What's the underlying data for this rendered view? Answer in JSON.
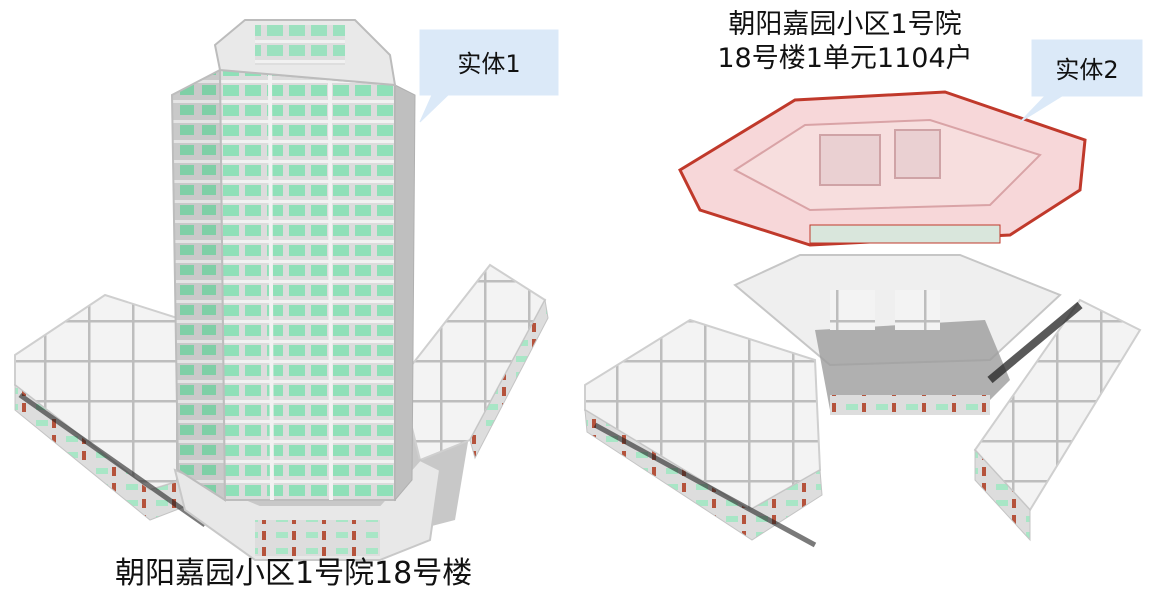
{
  "labels": {
    "building_caption": "朝阳嘉园小区1号院18号楼",
    "unit_caption_line1": "朝阳嘉园小区1号院",
    "unit_caption_line2": "18号楼1单元1104户"
  },
  "callouts": {
    "entity_1": "实体1",
    "entity_2": "实体2"
  },
  "colors": {
    "callout_fill": "#dbe9f8",
    "highlight_stroke": "#c0392b",
    "highlight_fill": "#f4c9cc",
    "window_green": "#8fe0b8",
    "wall_gray": "#e6e6e6",
    "shadow_gray": "#9a9a9a"
  }
}
